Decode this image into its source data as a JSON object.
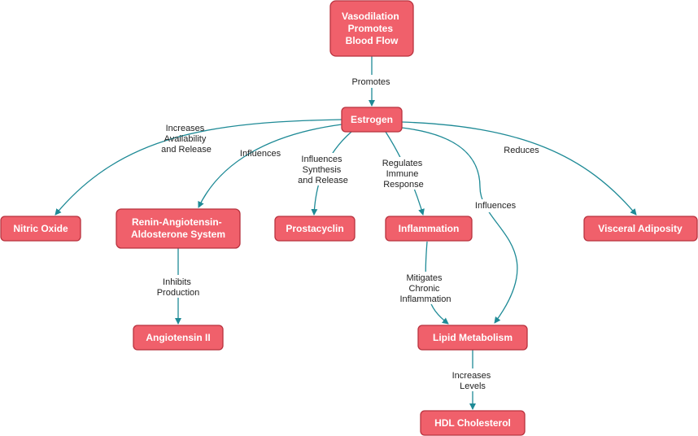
{
  "nodes": {
    "vasodilation": {
      "lines": [
        "Vasodilation",
        "Promotes",
        "Blood Flow"
      ]
    },
    "estrogen": {
      "lines": [
        "Estrogen"
      ]
    },
    "nitric_oxide": {
      "lines": [
        "Nitric Oxide"
      ]
    },
    "raas": {
      "lines": [
        "Renin-Angiotensin-",
        "Aldosterone System"
      ]
    },
    "prostacyclin": {
      "lines": [
        "Prostacyclin"
      ]
    },
    "inflammation": {
      "lines": [
        "Inflammation"
      ]
    },
    "visceral_adiposity": {
      "lines": [
        "Visceral Adiposity"
      ]
    },
    "angiotensin_ii": {
      "lines": [
        "Angiotensin II"
      ]
    },
    "lipid_metabolism": {
      "lines": [
        "Lipid Metabolism"
      ]
    },
    "hdl_cholesterol": {
      "lines": [
        "HDL Cholesterol"
      ]
    }
  },
  "edges": {
    "vasodilation_estrogen": {
      "lines": [
        "Promotes"
      ]
    },
    "estrogen_nitric_oxide": {
      "lines": [
        "Increases",
        "Availability",
        "and Release"
      ]
    },
    "estrogen_raas": {
      "lines": [
        "Influences"
      ]
    },
    "estrogen_prostacyclin": {
      "lines": [
        "Influences",
        "Synthesis",
        "and Release"
      ]
    },
    "estrogen_inflammation": {
      "lines": [
        "Regulates",
        "Immune",
        "Response"
      ]
    },
    "estrogen_lipid": {
      "lines": [
        "Influences"
      ]
    },
    "estrogen_visceral": {
      "lines": [
        "Reduces"
      ]
    },
    "raas_angiotensin": {
      "lines": [
        "Inhibits",
        "Production"
      ]
    },
    "inflammation_lipid": {
      "lines": [
        "Mitigates",
        "Chronic",
        "Inflammation"
      ]
    },
    "lipid_hdl": {
      "lines": [
        "Increases",
        "Levels"
      ]
    }
  },
  "colors": {
    "node_fill": "#f0606b",
    "node_stroke": "#b8323e",
    "edge": "#1e8a96"
  }
}
